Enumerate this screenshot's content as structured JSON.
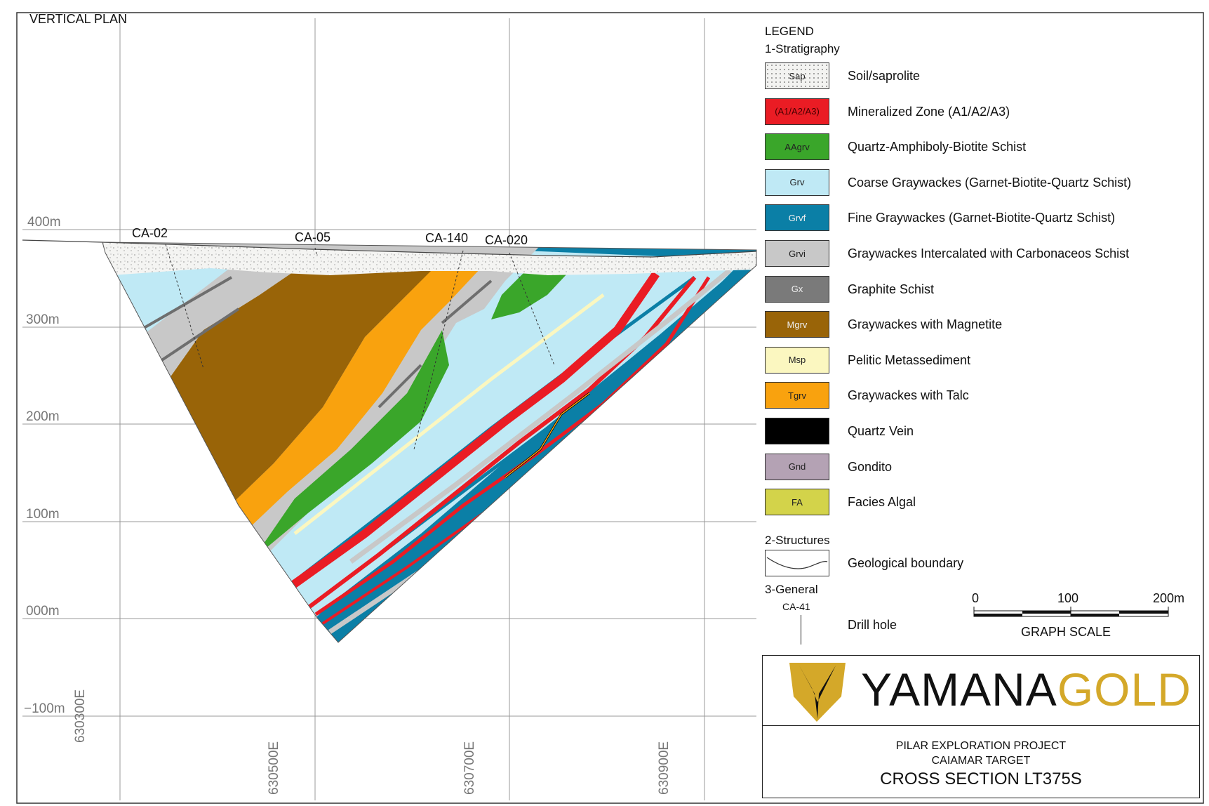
{
  "header": {
    "view_label": "VERTICAL PLAN"
  },
  "elevations": [
    "400m",
    "300m",
    "200m",
    "100m",
    "000m",
    "−100m"
  ],
  "eastings": [
    "630300E",
    "630500E",
    "630700E",
    "630900E"
  ],
  "drill_holes": [
    "CA-02",
    "CA-05",
    "CA-140",
    "CA-020"
  ],
  "legend": {
    "title": "LEGEND",
    "stratigraphy_heading": "1-Stratigraphy",
    "units": [
      {
        "code": "Sap",
        "label": "Soil/saprolite",
        "color": "#f3f3f1"
      },
      {
        "code": "(A1/A2/A3)",
        "label": "Mineralized Zone (A1/A2/A3)",
        "color": "#ea1c24"
      },
      {
        "code": "AAgrv",
        "label": "Quartz-Amphiboly-Biotite Schist",
        "color": "#3aa62a"
      },
      {
        "code": "Grv",
        "label": "Coarse Graywackes (Garnet-Biotite-Quartz Schist)",
        "color": "#bfe9f5"
      },
      {
        "code": "Grvf",
        "label": "Fine Graywackes (Garnet-Biotite-Quartz Schist)",
        "color": "#0b7fa6"
      },
      {
        "code": "Grvi",
        "label": "Graywackes Intercalated with Carbonaceos Schist",
        "color": "#c8c8c8"
      },
      {
        "code": "Gx",
        "label": "Graphite Schist",
        "color": "#7a7a7a"
      },
      {
        "code": "Mgrv",
        "label": "Graywackes  with Magnetite",
        "color": "#996408"
      },
      {
        "code": "Msp",
        "label": "Pelitic Metassediment",
        "color": "#fbf7c0"
      },
      {
        "code": "Tgrv",
        "label": "Graywackes  with Talc",
        "color": "#f9a20e"
      },
      {
        "code": "",
        "label": "Quartz Vein",
        "color": "#000000"
      },
      {
        "code": "Gnd",
        "label": "Gondito",
        "color": "#b4a2b4"
      },
      {
        "code": "FA",
        "label": "Facies Algal",
        "color": "#d3d34a"
      }
    ],
    "structures_heading": "2-Structures",
    "structure_label": "Geological boundary",
    "general_heading": "3-General",
    "drill_hole_code": "CA-41",
    "drill_hole_label": "Drill hole"
  },
  "scale": {
    "ticks": [
      "0",
      "100",
      "200m"
    ],
    "label": "GRAPH SCALE"
  },
  "title_block": {
    "brand_primary": "YAMANA",
    "brand_secondary": "GOLD",
    "brand_primary_color": "#111111",
    "brand_secondary_color": "#d4a829",
    "project": "PILAR EXPLORATION PROJECT",
    "target": "CAIAMAR TARGET",
    "section": "CROSS SECTION LT375S"
  }
}
